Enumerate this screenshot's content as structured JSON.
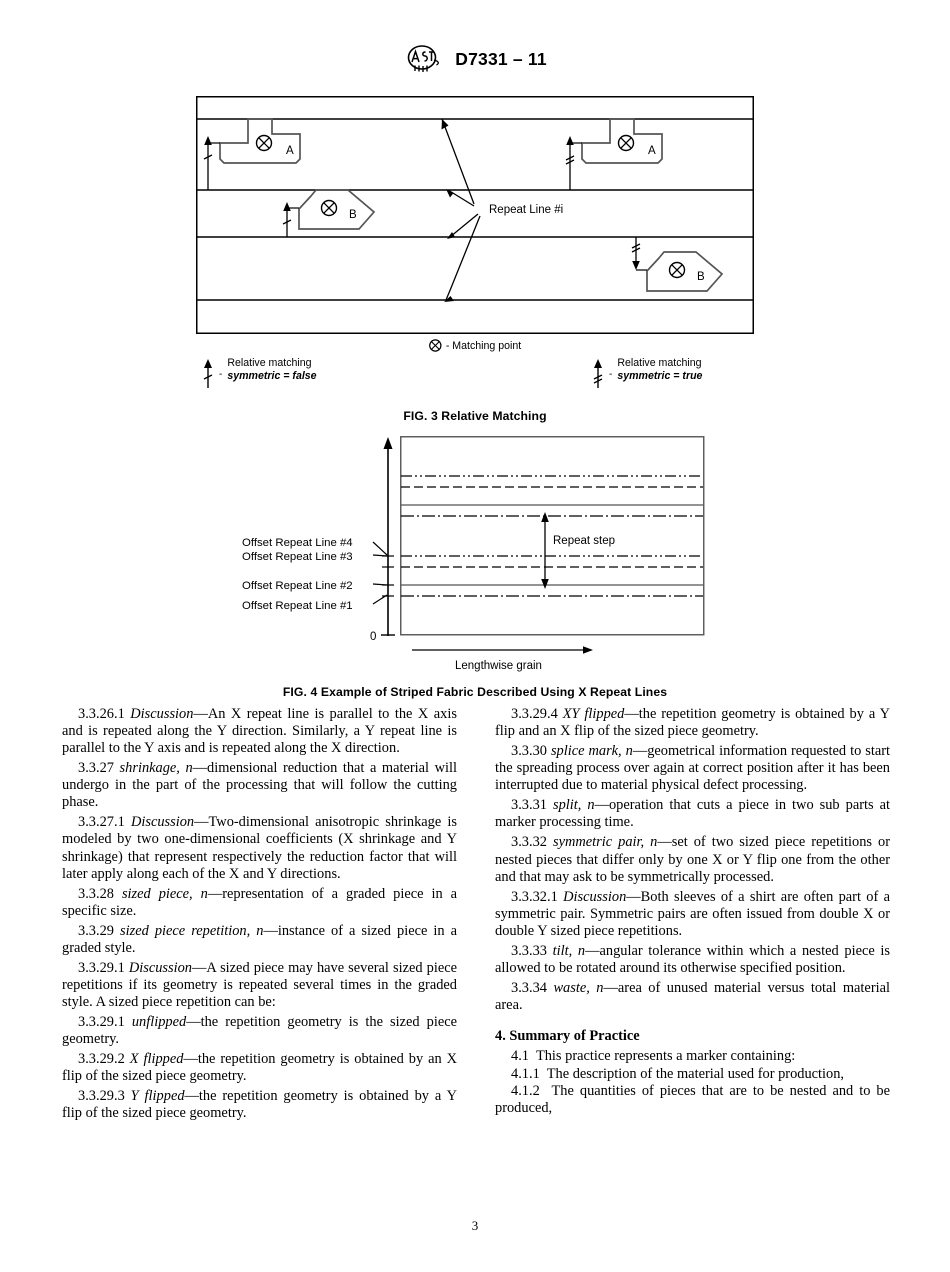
{
  "header": {
    "logo_icon": "astm-logo-icon",
    "designation": "D7331 – 11"
  },
  "figure3": {
    "caption": "FIG. 3 Relative Matching",
    "repeat_line_label": "Repeat Line #i",
    "piece_a_label": "A",
    "piece_b_label": "B",
    "legend": {
      "matching_point": "- Matching point",
      "matching_point_icon": "matching-point-icon",
      "left": {
        "title": "Relative matching",
        "value": "symmetric = false",
        "dash": "-"
      },
      "right": {
        "title": "Relative matching",
        "value": "symmetric = true",
        "dash": "-"
      }
    }
  },
  "figure4": {
    "caption": "FIG. 4 Example of Striped Fabric Described Using X Repeat Lines",
    "origin_label": "0",
    "repeat_step_label": "Repeat step",
    "grain_label": "Lengthwise grain",
    "offset_labels": [
      "Offset Repeat Line #4",
      "Offset Repeat Line #3",
      "Offset Repeat Line #2",
      "Offset Repeat Line #1"
    ]
  },
  "left_column": {
    "p1_num": "3.3.26.1",
    "p1_term": "Discussion",
    "p1_body": "—An X repeat line is parallel to the X axis and is repeated along the Y direction. Similarly, a Y repeat line is parallel to the Y axis and is repeated along the X direction.",
    "p2_num": "3.3.27",
    "p2_term": "shrinkage, n",
    "p2_body": "—dimensional reduction that a material will undergo in the part of the processing that will follow the cutting phase.",
    "p3_num": "3.3.27.1",
    "p3_term": "Discussion",
    "p3_body": "—Two-dimensional anisotropic shrinkage is modeled by two one-dimensional coefficients (X shrinkage and Y shrinkage) that represent respectively the reduction factor that will later apply along each of the X and Y directions.",
    "p4_num": "3.3.28",
    "p4_term": "sized piece, n",
    "p4_body": "—representation of a graded piece in a specific size.",
    "p5_num": "3.3.29",
    "p5_term": "sized piece repetition, n",
    "p5_body": "—instance of a sized piece in a graded style.",
    "p6_num": "3.3.29.1",
    "p6_term": "Discussion",
    "p6_body": "—A sized piece may have several sized piece repetitions if its geometry is repeated several times in the graded style. A sized piece repetition can be:",
    "p7_num": "3.3.29.1",
    "p7_term": "unflipped",
    "p7_body": "—the repetition geometry is the sized piece geometry.",
    "p8_num": "3.3.29.2",
    "p8_term": "X flipped",
    "p8_body": "—the repetition geometry is obtained by an X flip of the sized piece geometry.",
    "p9_num": "3.3.29.3",
    "p9_term": "Y flipped",
    "p9_body": "—the repetition geometry is obtained by a Y flip of the sized piece geometry."
  },
  "right_column": {
    "p1_num": "3.3.29.4",
    "p1_term": "XY flipped",
    "p1_body": "—the repetition geometry is obtained by a Y flip and an X flip of the sized piece geometry.",
    "p2_num": "3.3.30",
    "p2_term": "splice mark, n",
    "p2_body": "—geometrical information requested to start the spreading process over again at correct position after it has been interrupted due to material physical defect processing.",
    "p3_num": "3.3.31",
    "p3_term": "split, n",
    "p3_body": "—operation that cuts a piece in two sub parts at marker processing time.",
    "p4_num": "3.3.32",
    "p4_term": "symmetric pair, n",
    "p4_body": "—set of two sized piece repetitions or nested pieces that differ only by one X or Y flip one from the other and that may ask to be symmetrically processed.",
    "p5_num": "3.3.32.1",
    "p5_term": "Discussion",
    "p5_body": "—Both sleeves of a shirt are often part of a symmetric pair. Symmetric pairs are often issued from double X or double Y sized piece repetitions.",
    "p6_num": "3.3.33",
    "p6_term": "tilt, n",
    "p6_body": "—angular tolerance within which a nested piece is allowed to be rotated around its otherwise specified position.",
    "p7_num": "3.3.34",
    "p7_term": "waste, n",
    "p7_body": "—area of unused material versus total material area.",
    "heading": "4.  Summary of Practice",
    "p8_num": "4.1",
    "p8_body": "This practice represents a marker containing:",
    "p9_num": "4.1.1",
    "p9_body": "The description of the material used for production,",
    "p10_num": "4.1.2",
    "p10_body": "The quantities of pieces that are to be nested and to be produced,"
  },
  "footer": {
    "page_number": "3"
  }
}
